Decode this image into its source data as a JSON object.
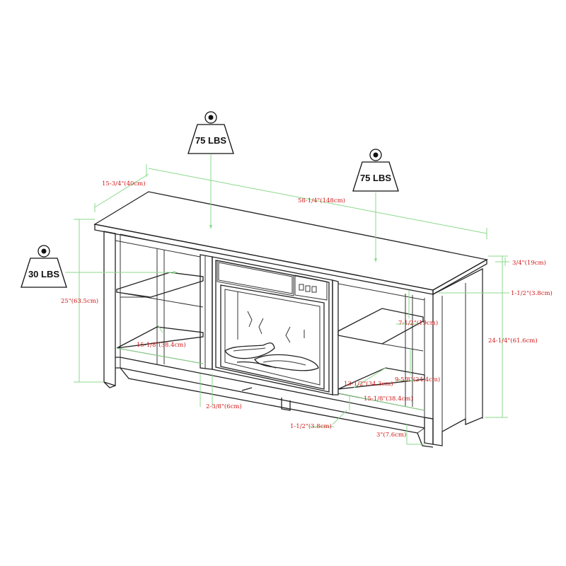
{
  "weights": {
    "top_center": "75 LBS",
    "top_right": "75 LBS",
    "left_shelf": "30 LBS"
  },
  "dimensions": {
    "depth": "15-3/4\"(40cm)",
    "width": "58-1/4\"(148cm)",
    "left_height": "25\"(63.5cm)",
    "top_thickness": "3/4\"(19cm)",
    "apron": "1-1/2\"(3.8cm)",
    "shelf_gap_upper": "7-1/2\"(19cm)",
    "overall_height": "24-1/4\"(61.6cm)",
    "shelf_gap_lower": "9-5/8\"(24.4cm)",
    "shelf_depth_right": "13-1/2\"(34.3cm)",
    "shelf_width_right": "15-1/8\"(38.4cm)",
    "shelf_width_left": "15-1/8\"(38.4cm)",
    "leg_gap": "2-3/8\"(6cm)",
    "bottom_rail": "1-1/2\"(3.8cm)",
    "leg_height": "3\"(7.6cm)"
  }
}
